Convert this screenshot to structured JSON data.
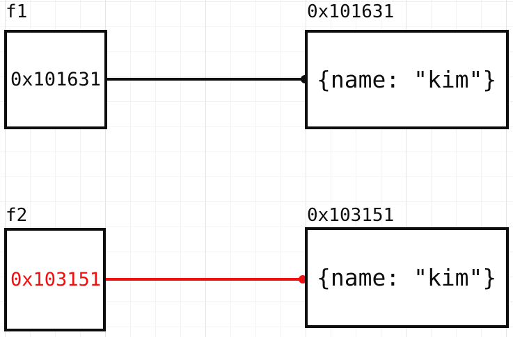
{
  "diagram": {
    "rows": [
      {
        "variable": {
          "label": "f1",
          "value": "0x101631",
          "value_color": "#0d0d0d"
        },
        "connector": {
          "color": "#0d0d0d"
        },
        "object": {
          "label": "0x101631",
          "value": "{name: \"kim\"}"
        }
      },
      {
        "variable": {
          "label": "f2",
          "value": "0x103151",
          "value_color": "#f10f0f"
        },
        "connector": {
          "color": "#f10f0f"
        },
        "object": {
          "label": "0x103151",
          "value": "{name: \"kim\"}"
        }
      }
    ],
    "colors": {
      "ink": "#0d0d0d",
      "accent_red": "#f10f0f",
      "box_fill": "#ffffff",
      "grid_minor": "#f3f3f3",
      "grid_major": "#e5e5e5"
    }
  }
}
